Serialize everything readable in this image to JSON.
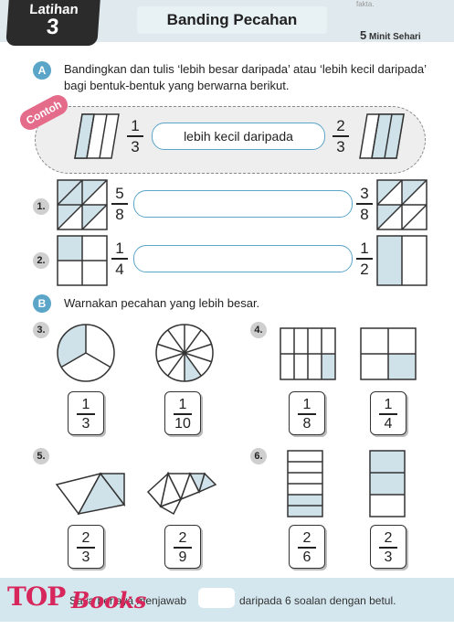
{
  "header": {
    "latihan_label": "Latihan",
    "latihan_number": "3",
    "title": "Banding Pecahan",
    "minit_number": "5",
    "minit_label": "Minit Sehari",
    "top_right_text": "fakta."
  },
  "section_a": {
    "badge": "A",
    "instruction": "Bandingkan dan tulis ‘lebih besar daripada’ atau ‘lebih kecil daripada’ bagi bentuk-bentuk yang berwarna berikut.",
    "example": {
      "tag": "Contoh",
      "left": {
        "num": "1",
        "den": "3"
      },
      "answer": "lebih kecil daripada",
      "right": {
        "num": "2",
        "den": "3"
      }
    },
    "questions": [
      {
        "number": "1.",
        "left": {
          "num": "5",
          "den": "8"
        },
        "right": {
          "num": "3",
          "den": "8"
        },
        "answer": ""
      },
      {
        "number": "2.",
        "left": {
          "num": "1",
          "den": "4"
        },
        "right": {
          "num": "1",
          "den": "2"
        },
        "answer": ""
      }
    ]
  },
  "section_b": {
    "badge": "B",
    "instruction": "Warnakan pecahan yang lebih besar.",
    "questions": [
      {
        "number": "3.",
        "options": [
          {
            "num": "1",
            "den": "3"
          },
          {
            "num": "1",
            "den": "10"
          }
        ]
      },
      {
        "number": "4.",
        "options": [
          {
            "num": "1",
            "den": "8"
          },
          {
            "num": "1",
            "den": "4"
          }
        ]
      },
      {
        "number": "5.",
        "options": [
          {
            "num": "2",
            "den": "3"
          },
          {
            "num": "2",
            "den": "9"
          }
        ]
      },
      {
        "number": "6.",
        "options": [
          {
            "num": "2",
            "den": "6"
          },
          {
            "num": "2",
            "den": "3"
          }
        ]
      }
    ]
  },
  "footer": {
    "prefix": "Saya berjaya menjawab",
    "suffix": "daripada 6 soalan dengan betul.",
    "logo_top": "TOP",
    "logo_books": "Books"
  },
  "colors": {
    "shade": "#cfe2ea",
    "accent": "#5aa5c8",
    "tag_pink": "#e56b8a",
    "logo_red": "#d7265b"
  }
}
